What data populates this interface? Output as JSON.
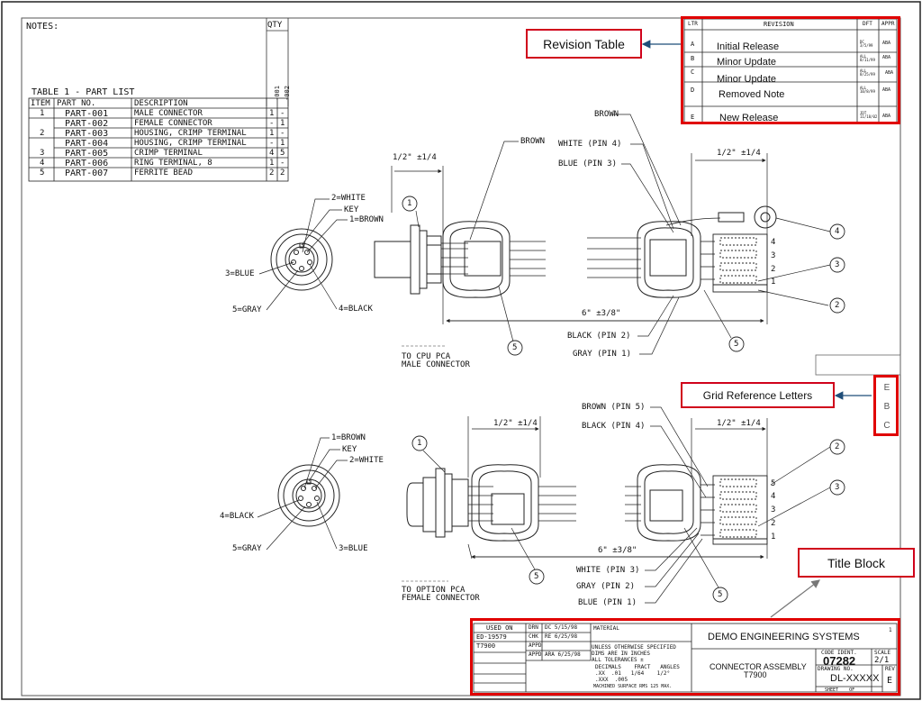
{
  "notes_label": "NOTES:",
  "qty_label": "QTY",
  "parts_table": {
    "title": "TABLE 1 - PART LIST",
    "headers": [
      "ITEM",
      "PART NO.",
      "DESCRIPTION"
    ],
    "qty_cols": [
      "-001",
      "-002"
    ],
    "rows": [
      {
        "item": "1",
        "part": "PART-001",
        "desc": "MALE CONNECTOR",
        "q1": "1",
        "q2": "-"
      },
      {
        "item": "",
        "part": "PART-002",
        "desc": "FEMALE CONNECTOR",
        "q1": "-",
        "q2": "1"
      },
      {
        "item": "2",
        "part": "PART-003",
        "desc": "HOUSING, CRIMP TERMINAL",
        "q1": "1",
        "q2": "-"
      },
      {
        "item": "",
        "part": "PART-004",
        "desc": "HOUSING, CRIMP TERMINAL",
        "q1": "-",
        "q2": "1"
      },
      {
        "item": "3",
        "part": "PART-005",
        "desc": "CRIMP TERMINAL",
        "q1": "4",
        "q2": "5"
      },
      {
        "item": "4",
        "part": "PART-006",
        "desc": "RING TERMINAL, 8",
        "q1": "1",
        "q2": "-"
      },
      {
        "item": "5",
        "part": "PART-007",
        "desc": "FERRITE BEAD",
        "q1": "2",
        "q2": "2"
      }
    ]
  },
  "revision_table": {
    "headers": [
      "LTR",
      "REVISION",
      "DFT",
      "APPR"
    ],
    "rows": [
      {
        "ltr": "A",
        "desc": "Initial Release",
        "dft": "DC 3/5/99",
        "appr": "ABA"
      },
      {
        "ltr": "B",
        "desc": "Minor Update",
        "dft": "ALL 8/11/99",
        "appr": "ABA"
      },
      {
        "ltr": "C",
        "desc": "Minor Update",
        "dft": "ALL 8/25/99",
        "appr": "ABA"
      },
      {
        "ltr": "D",
        "desc": "Removed Note",
        "dft": "ALL 10/8/99",
        "appr": "ABA"
      },
      {
        "ltr": "E",
        "desc": "New Release",
        "dft": "JDT 11/18/02",
        "appr": "ABA"
      }
    ]
  },
  "callouts": {
    "revision_table": "Revision Table",
    "grid_reference": "Grid Reference Letters",
    "title_block": "Title Block"
  },
  "accent_red": "#e00000",
  "callout_arrow": "#1f4e79",
  "grid_letters": [
    "E",
    "B",
    "C"
  ],
  "male_assembly": {
    "pin_labels": [
      "2=WHITE",
      "KEY",
      "1=BROWN",
      "3=BLUE",
      "5=GRAY",
      "4=BLACK"
    ],
    "dim_left": "1/2\" ±1/4",
    "dim_right": "1/2\" ±1/4",
    "dim_length": "6\" ±3/8\"",
    "wire_labels": [
      "BROWN",
      "BROWN",
      "WHITE (PIN 4)",
      "BLUE (PIN 3)",
      "BLACK (PIN 2)",
      "GRAY (PIN 1)"
    ],
    "caption": [
      "TO CPU PCA",
      "MALE CONNECTOR"
    ],
    "balloons": [
      "1",
      "5",
      "5",
      "4",
      "3",
      "2"
    ],
    "housing_pins": [
      "4",
      "3",
      "2",
      "1"
    ]
  },
  "female_assembly": {
    "pin_labels": [
      "1=BROWN",
      "KEY",
      "2=WHITE",
      "4=BLACK",
      "5=GRAY",
      "3=BLUE"
    ],
    "dim_left": "1/2\" ±1/4",
    "dim_right": "1/2\" ±1/4",
    "dim_length": "6\" ±3/8\"",
    "wire_labels": [
      "BROWN (PIN 5)",
      "BLACK (PIN 4)",
      "WHITE (PIN 3)",
      "GRAY (PIN 2)",
      "BLUE (PIN 1)"
    ],
    "caption": [
      "TO OPTION PCA",
      "FEMALE CONNECTOR"
    ],
    "balloons": [
      "1",
      "5",
      "2",
      "3",
      "5"
    ],
    "housing_pins": [
      "5",
      "4",
      "3",
      "2",
      "1"
    ]
  },
  "title_block": {
    "used_on_label": "USED ON",
    "used_on": [
      "ED-19579",
      "T7900"
    ],
    "drn": "DRN",
    "drn_val": "DC 5/15/98",
    "chk": "CHK",
    "chk_val": "RE 6/25/98",
    "appd": "APPD",
    "appd2": "APPD",
    "appd2_val": "ARA 6/25/98",
    "material_label": "MATERIAL",
    "tolerance_lines": [
      "UNLESS OTHERWISE SPECIFIED",
      "DIMS ARE IN INCHES",
      "ALL TOLERANCES ±",
      "DECIMALS    FRACT   ANGLES",
      ".XX  .01   1/64    1/2°",
      ".XXX  .005",
      "MACHINED SURFACE RMS 125 MAX."
    ],
    "company": "DEMO ENGINEERING SYSTEMS",
    "sheet_num": "1",
    "title_line1": "CONNECTOR ASSEMBLY",
    "title_line2": "T7900",
    "code_ident_label": "CODE IDENT.",
    "code_ident": "07282",
    "scale_label": "SCALE",
    "scale": "2/1",
    "drawing_no_label": "DRAWING NO.",
    "drawing_no": "DL-XXXXX",
    "rev_label": "REV",
    "rev": "E",
    "sheet_label": "SHEET    OF"
  }
}
